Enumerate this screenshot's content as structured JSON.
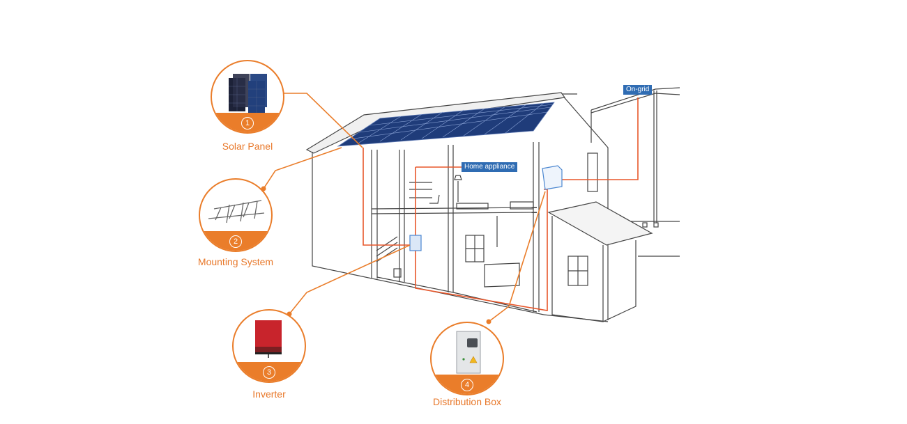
{
  "diagram": {
    "title": "Grid-tied solar home system",
    "accent_color": "#ea7d2a",
    "wire_color": "#e8562a",
    "label_color": "#2f6cb3",
    "components": [
      {
        "number": "1",
        "label": "Solar Panel",
        "icon": "solar-panel-icon"
      },
      {
        "number": "2",
        "label": "Mounting System",
        "icon": "mounting-rack-icon"
      },
      {
        "number": "3",
        "label": "Inverter",
        "icon": "inverter-icon"
      },
      {
        "number": "4",
        "label": "Distribution Box",
        "icon": "distribution-box-icon"
      }
    ],
    "tags": {
      "home_appliance": "Home appliance",
      "on_grid": "On-grid"
    }
  }
}
